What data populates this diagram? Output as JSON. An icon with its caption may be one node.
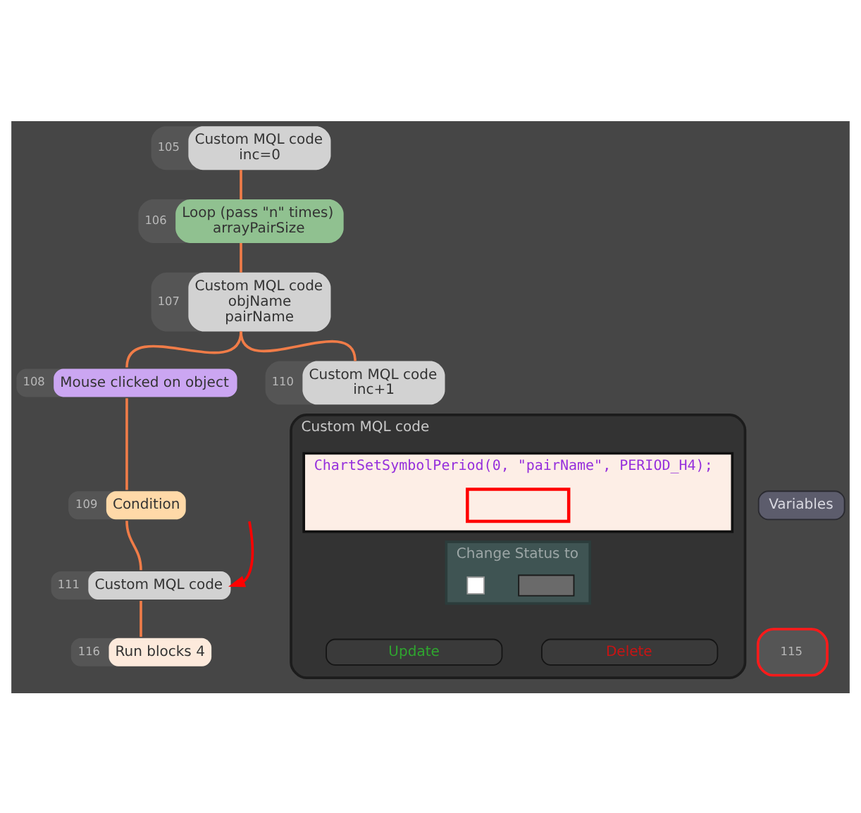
{
  "diagram": {
    "nodes": [
      {
        "text": [
          "105",
          "Custom MQL code",
          "inc=0"
        ]
      },
      {
        "text": [
          "106",
          "Loop (pass \"n\" times)",
          "arrayPairSize"
        ]
      },
      {
        "text": [
          "107",
          "Custom MQL code",
          "objName",
          "pairName"
        ]
      },
      {
        "text": [
          "110",
          "Custom MQL code",
          "inc+1"
        ]
      },
      {
        "text": [
          "108",
          "Mouse clicked on object"
        ]
      },
      {
        "text": [
          "109",
          "Condition"
        ]
      },
      {
        "text": [
          "111",
          "Custom MQL code"
        ]
      },
      {
        "text": [
          "Custom MQL code"
        ]
      },
      {
        "text": [
          "Variables"
        ]
      },
      {
        "text": [
          "ChartSetSymbolPeriod(0, \"pairName\", PERIOD_H4);"
        ],
        "in": 7
      },
      {
        "text": [],
        "shape": "box",
        "in": 9
      },
      {
        "text": [
          "Change Status to"
        ],
        "in": 7
      },
      {
        "text": [],
        "shape": "box",
        "in": 11
      },
      {
        "text": [],
        "shape": "box",
        "in": 11
      },
      {
        "text": [
          "Update"
        ],
        "in": 7
      },
      {
        "text": [
          "Delete"
        ],
        "in": 7
      },
      {
        "text": [
          "116",
          "Run blocks 4"
        ]
      },
      {
        "text": [
          "115"
        ]
      }
    ],
    "edges": [
      {
        "from": 0,
        "to": 1,
        "arrow": "none"
      },
      {
        "from": 1,
        "to": 2,
        "arrow": "none"
      },
      {
        "from": 2,
        "to": 4,
        "arrow": "none"
      },
      {
        "from": 2,
        "to": 3,
        "arrow": "none"
      },
      {
        "from": 4,
        "to": 5,
        "arrow": "none"
      },
      {
        "from": 5,
        "to": 6,
        "arrow": "none"
      },
      {
        "from": null,
        "to": 6,
        "arrow": "to",
        "color": "#ff0000"
      },
      {
        "from": 6,
        "to": 16,
        "arrow": "none"
      }
    ]
  }
}
